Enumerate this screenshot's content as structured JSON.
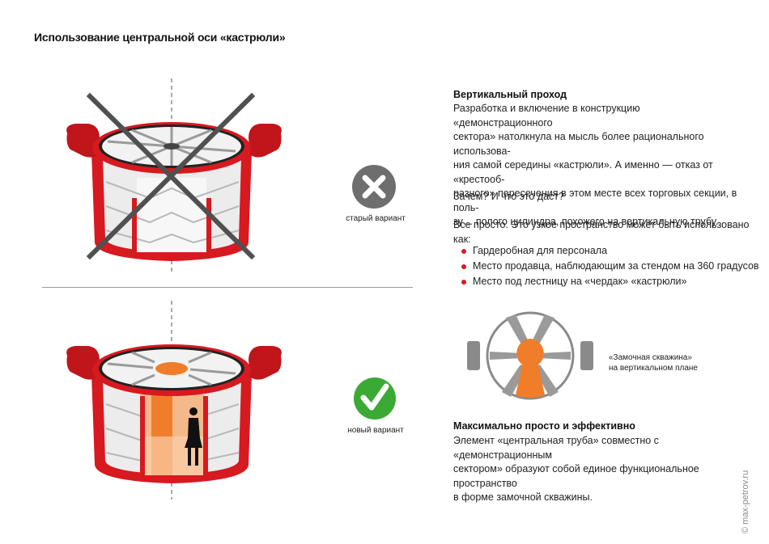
{
  "title": "Использование центральной оси «кастрюли»",
  "old_variant": {
    "caption": "старый вариант",
    "badge_icon": "cross-icon",
    "badge_color": "#6e6e6e"
  },
  "new_variant": {
    "caption": "новый вариант",
    "badge_icon": "checkmark-icon",
    "badge_color": "#3aaa35"
  },
  "vertical_passage": {
    "heading": "Вертикальный проход",
    "lines": [
      "Разработка и включение в конструкцию «демонстрационного",
      "сектора» натолкнула на мысль более рационального использова-",
      "ния самой середины «кастрюли». А именно — отказ от «крестооб-",
      "разного» пересечения в этом месте всех торговых секции, в поль-",
      "зу… полого цилиндра, похожего на вертикальную трубу."
    ],
    "question": "Зачем? И что это даст?",
    "simple": "Все просто. Это узкое пространство может быть использовано как:",
    "bullets": [
      "Гардеробная для персонала",
      "Место продавца, наблюдающим за стендом на 360 градусов",
      "Место под лестницу на «чердак» «кастрюли»"
    ]
  },
  "keyhole_caption": [
    "«Замочная скважина»",
    "на вертикальном плане"
  ],
  "max_simple": {
    "heading": "Максимально просто и эффективно",
    "lines": [
      "Элемент «центральная труба» совместно с «демонстрационным",
      "сектором» образуют собой единое функциональное пространство",
      "в форме замочной скважины."
    ]
  },
  "credit": "© max-petrov.ru",
  "colors": {
    "pot_red": "#d71920",
    "orange": "#f07d2a",
    "bullet": "#d71920"
  }
}
